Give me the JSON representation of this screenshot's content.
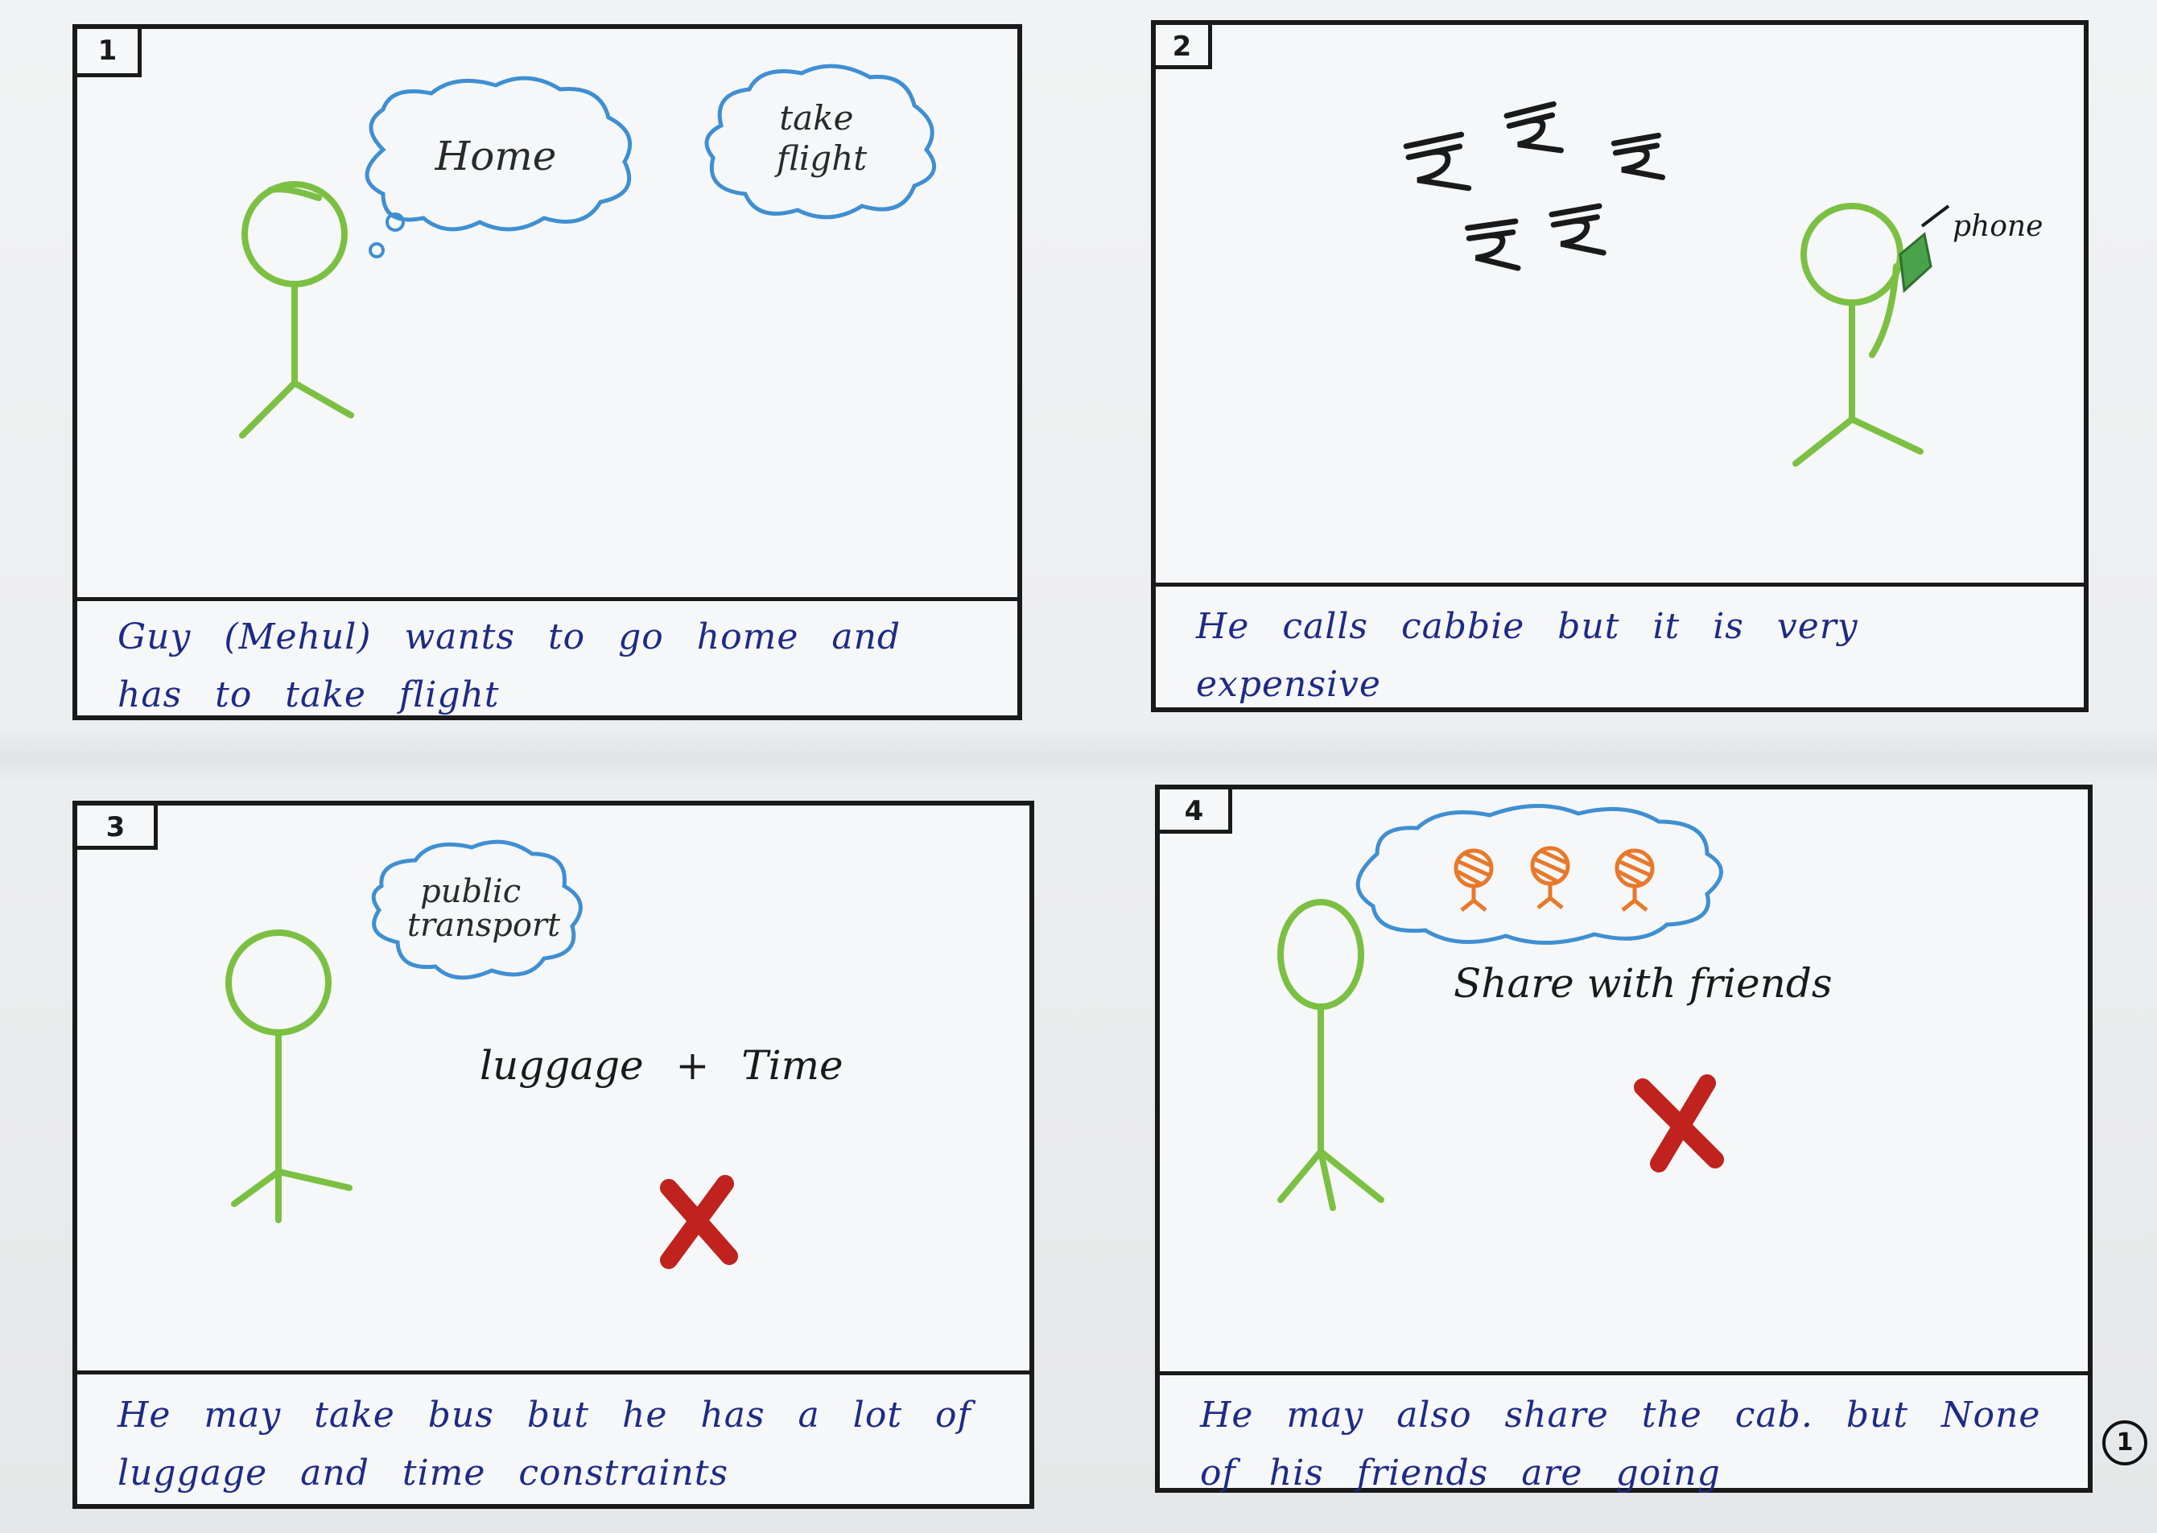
{
  "panels": [
    {
      "number": "1",
      "bubbles": [
        "Home",
        "take flight"
      ],
      "caption": "Guy (Mehul) wants to go home and has to take flight"
    },
    {
      "number": "2",
      "labels": [
        "phone"
      ],
      "caption": "He calls cabbie but it is very expensive"
    },
    {
      "number": "3",
      "bubbles": [
        "public transport"
      ],
      "labels": [
        "luggage + Time"
      ],
      "caption": "He may take bus but he has a lot of luggage and time constraints"
    },
    {
      "number": "4",
      "labels": [
        "Share with friends"
      ],
      "caption": "He may also share the cab. but None of his friends are going"
    }
  ],
  "page_number": "1",
  "colors": {
    "figure": "#7bc043",
    "bubble_outline": "#3f8fd2",
    "caption_ink": "#1e2a86",
    "cross": "#c0221e",
    "friend": "#e8782a",
    "frame": "#1a1a1a"
  }
}
